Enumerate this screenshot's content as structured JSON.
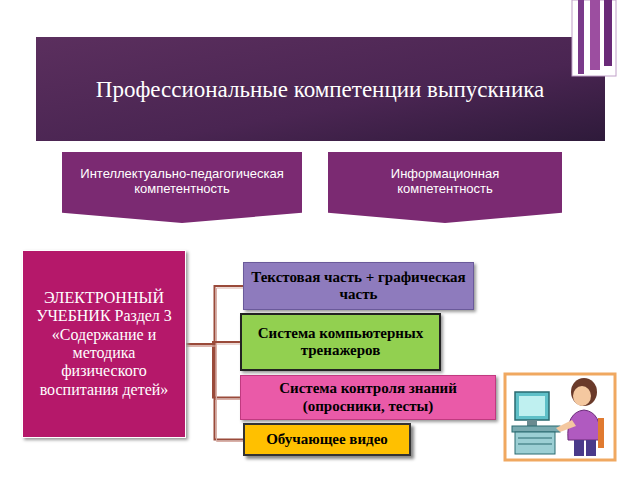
{
  "diagram": {
    "title": "Профессиональные компетенции выпускника",
    "nodes": [
      {
        "text": [
          "Интеллектуально-педагогическая компетентность"
        ]
      },
      {
        "text": [
          "Информационная компетентность"
        ]
      },
      {
        "text": [
          "ЭЛЕКТРОННЫЙ УЧЕБНИК Раздел 3 «Содержание и методика физического воспитания детей»"
        ]
      },
      {
        "text": [
          "Текстовая часть + графическая часть"
        ]
      },
      {
        "text": [
          "Система компьютерных тренажеров"
        ]
      },
      {
        "text": [
          "Система контроля знаний (опросники, тесты)"
        ]
      },
      {
        "text": [
          "Обучающее видео"
        ]
      }
    ],
    "edges": [
      {
        "from": 2,
        "to": 3,
        "arrow": "none"
      },
      {
        "from": 2,
        "to": 4,
        "arrow": "none"
      },
      {
        "from": 2,
        "to": 5,
        "arrow": "none"
      },
      {
        "from": 2,
        "to": 6,
        "arrow": "none"
      }
    ]
  }
}
